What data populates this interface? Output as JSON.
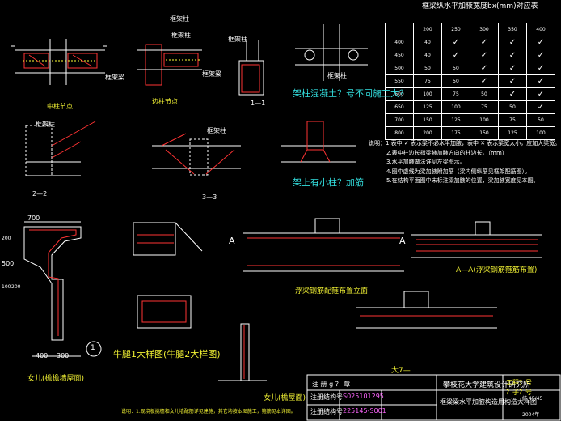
{
  "table": {
    "title": "框梁纵水平加腋宽度bx(mm)对应表",
    "columns": [
      "200",
      "250",
      "300",
      "350",
      "400"
    ],
    "rows": [
      {
        "key": "400",
        "cells": [
          "40",
          "✓",
          "✓",
          "✓",
          "✓"
        ]
      },
      {
        "key": "450",
        "cells": [
          "40",
          "✓",
          "✓",
          "✓",
          "✓"
        ]
      },
      {
        "key": "500",
        "cells": [
          "50",
          "50",
          "✓",
          "✓",
          "✓"
        ]
      },
      {
        "key": "550",
        "cells": [
          "75",
          "50",
          "✓",
          "✓",
          "✓"
        ]
      },
      {
        "key": "600",
        "cells": [
          "100",
          "75",
          "50",
          "✓",
          "✓"
        ]
      },
      {
        "key": "650",
        "cells": [
          "125",
          "100",
          "75",
          "50",
          "✓"
        ]
      },
      {
        "key": "700",
        "cells": [
          "150",
          "125",
          "100",
          "75",
          "50"
        ]
      },
      {
        "key": "800",
        "cells": [
          "200",
          "175",
          "150",
          "125",
          "100"
        ]
      }
    ]
  },
  "notes": [
    "说明：1.表中 ✓ 表示梁不必水平加腋，表中 ✕ 表示梁宽太小，应加大梁宽。",
    "2.表中柱边长指梁腋加腋方向的柱边长。（mm）",
    "3.水平加腋做法详见左梁图示。",
    "4.图中虚线为梁加腋附加筋（梁内侧纵筋见框架配筋图）。",
    "5.在结构平面图中未标注梁加腋的位置，梁加腋宽度见本图。"
  ],
  "details": {
    "middle_node": "中柱节点",
    "edge_node": "边柱节点",
    "section_1_1": "1—1",
    "col_label_1": "框架柱",
    "col_label_2": "框架柱",
    "beam_label_1": "框架梁",
    "beam_label_2": "框架梁",
    "col_label_3": "框架柱",
    "col_label_4": "框架柱",
    "tie_label": "架柱混凝土？号不同施工大？",
    "col_label_5": "框架柱",
    "section_2_2": "2—2",
    "col_label_6": "框架柱",
    "section_3_3": "3—3",
    "small_col": "架上有小柱？加筋",
    "corbel_title": "牛腿1大样图(牛腿2大样图)",
    "parapet_title": "女儿(檐檐墙屋面)",
    "parapet_title2": "女儿(檐屋面)",
    "beam_elev": "浮梁钢筋配箍布置立面",
    "section_a": "A—A(浮梁钢筋箍筋布置)",
    "detail_7": "大7—",
    "circle_num": "1",
    "marker_a1": "A",
    "marker_a2": "A",
    "dim_700": "700",
    "dim_200": "200",
    "dim_500": "500",
    "dim_100": "100",
    "dim_200b": "200",
    "dim_400": "400",
    "dim_300": "300"
  },
  "bottom_note": "说明：1.现浇板挑檐和女儿墙配筋详见建施，其它均按本图施工，箍筋见本详图。",
  "title_block": {
    "org": "攀枝花大学建筑设计研究所",
    "drawing_title": "框梁梁水平加腋构造用构造大样图",
    "design_no_label": "注册号：",
    "design_no": "S025101295",
    "check_no_label": "注册号：",
    "check_no": "225145-S001",
    "project_label": "工程？号",
    "sheet_label": "？子？号",
    "sign_label": "注 册 g ？ 章",
    "row1": "注册结构号",
    "row2": "注册结构号",
    "sheet_no": "2004年",
    "page": "结 45/45"
  }
}
